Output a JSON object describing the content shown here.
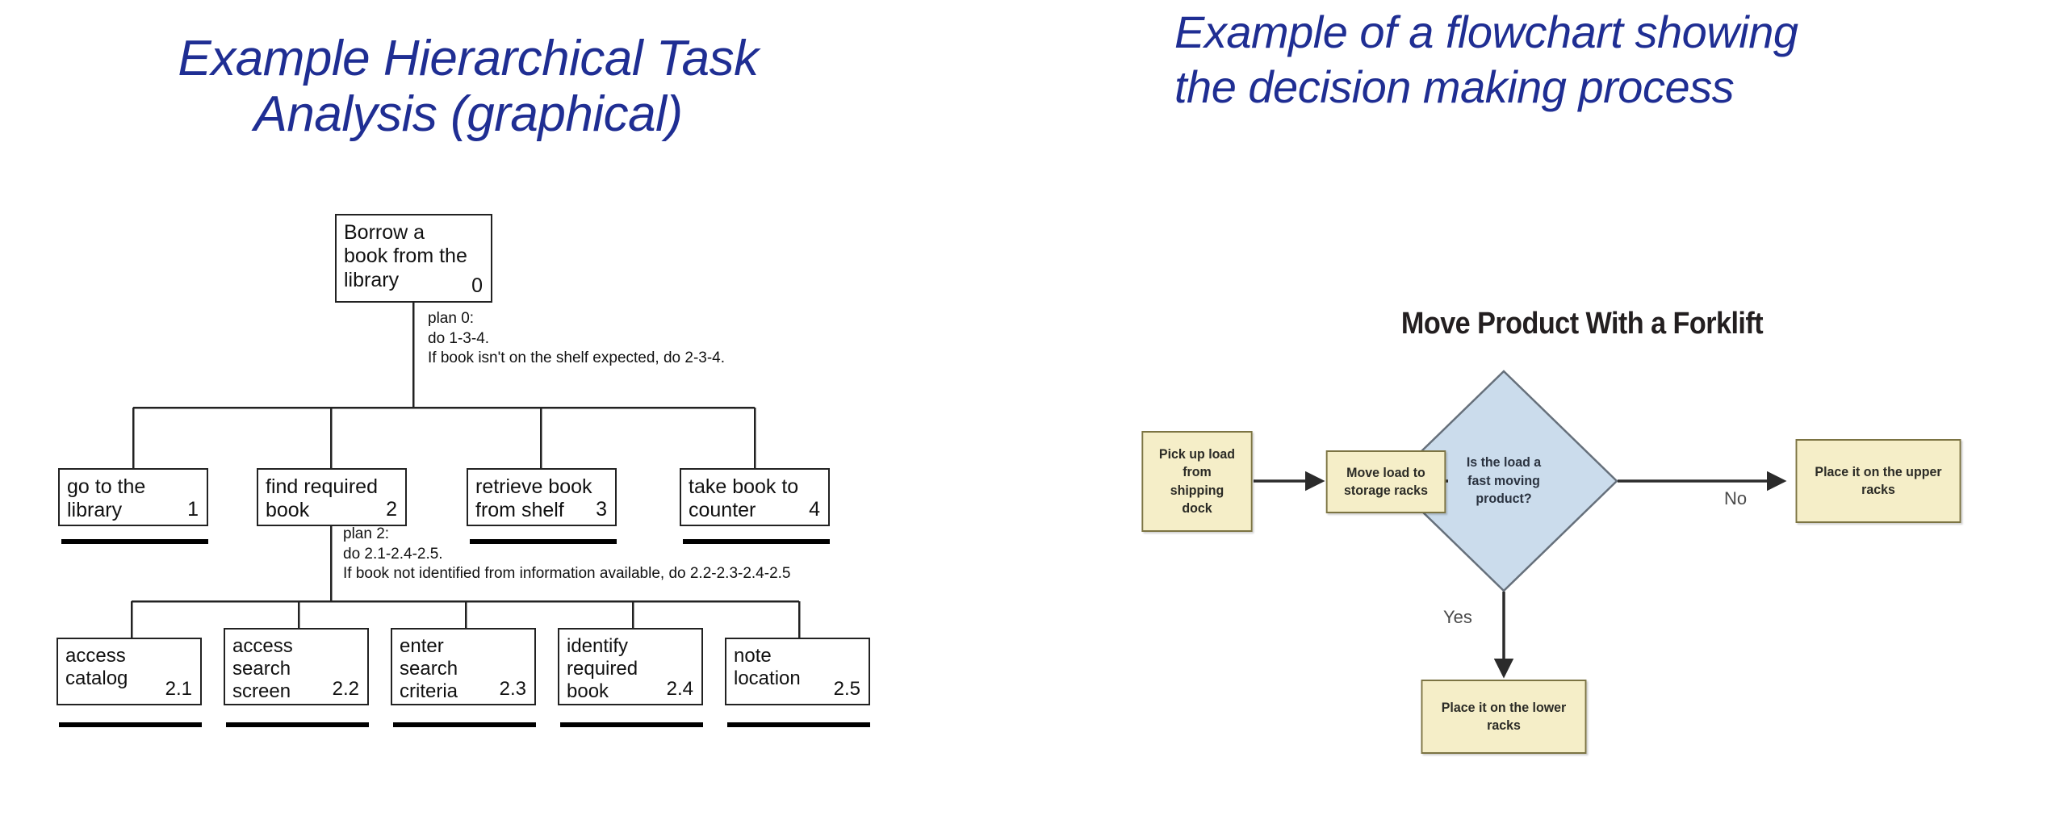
{
  "hta": {
    "title": "Example Hierarchical Task\nAnalysis (graphical)",
    "root": {
      "text": "Borrow a\nbook from the\nlibrary",
      "number": "0"
    },
    "plan0": "plan 0:\ndo 1-3-4.\nIf book isn't on the shelf expected, do 2-3-4.",
    "plan2": "plan 2:\ndo 2.1-2.4-2.5.\nIf book not identified from information available, do 2.2-2.3-2.4-2.5",
    "level1": [
      {
        "text": "go to the\nlibrary",
        "number": "1",
        "terminal": true
      },
      {
        "text": "find required\nbook",
        "number": "2",
        "terminal": false
      },
      {
        "text": "retrieve book\nfrom shelf",
        "number": "3",
        "terminal": true
      },
      {
        "text": "take book to\ncounter",
        "number": "4",
        "terminal": true
      }
    ],
    "level2": [
      {
        "text": "access\ncatalog",
        "number": "2.1",
        "terminal": true
      },
      {
        "text": "access\nsearch\nscreen",
        "number": "2.2",
        "terminal": true
      },
      {
        "text": "enter\nsearch\ncriteria",
        "number": "2.3",
        "terminal": true
      },
      {
        "text": "identify\nrequired\nbook",
        "number": "2.4",
        "terminal": true
      },
      {
        "text": "note\nlocation",
        "number": "2.5",
        "terminal": true
      }
    ]
  },
  "flowchart": {
    "title": "Example of a flowchart showing\nthe decision making process",
    "heading": "Move Product With a Forklift",
    "nodes": [
      {
        "id": "pick",
        "label": "Pick up load\nfrom\nshipping\ndock",
        "shape": "process"
      },
      {
        "id": "move",
        "label": "Move load to\nstorage racks",
        "shape": "process"
      },
      {
        "id": "decide",
        "label": "Is the load a\nfast moving\nproduct?",
        "shape": "decision"
      },
      {
        "id": "upper",
        "label": "Place it on the upper\nracks",
        "shape": "process"
      },
      {
        "id": "lower",
        "label": "Place it on the lower\nracks",
        "shape": "process"
      }
    ],
    "edge_labels": {
      "no": "No",
      "yes": "Yes"
    },
    "colors": {
      "process_fill": "#F5EEC8",
      "process_stroke": "#7C7443",
      "decision_fill": "#CBDCEC",
      "decision_stroke": "#66707B",
      "connector": "#2b2b2b",
      "title": "#1F2E93"
    }
  }
}
